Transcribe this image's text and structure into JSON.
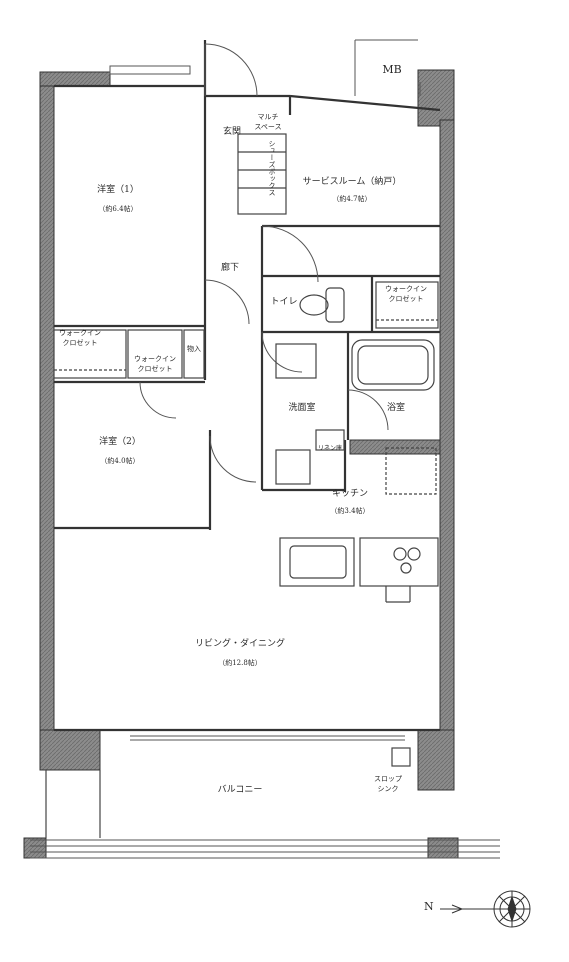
{
  "rooms": {
    "mb": "MB",
    "entrance": "玄関",
    "multi_space": [
      "マルチ",
      "スペース"
    ],
    "shoes_box": "シューズボックス",
    "service_room": "サービスルーム（納戸）",
    "service_room_size": "（約4.7帖）",
    "western1": "洋室（1）",
    "western1_size": "（約6.4帖）",
    "hallway": "廊下",
    "toilet": "トイレ",
    "wic_right": [
      "ウォークイン",
      "クロゼット"
    ],
    "wic_left": [
      "ウォークイン",
      "クロゼット"
    ],
    "wic_mid": [
      "ウォークイン",
      "クロゼット"
    ],
    "storage": "物入",
    "washroom": "洗面室",
    "bathroom": "浴室",
    "linen": "リネン庫",
    "western2": "洋室（2）",
    "western2_size": "（約4.0帖）",
    "kitchen": "キッチン",
    "kitchen_size": "（約3.4帖）",
    "living": "リビング・ダイニング",
    "living_size": "（約12.8帖）",
    "balcony": "バルコニー",
    "slop_sink": [
      "スロップ",
      "シンク"
    ]
  },
  "compass": {
    "north": "N"
  },
  "colors": {
    "wall": "#3a3a3a",
    "wall_fill": "#9a9a9a",
    "line": "#444444"
  }
}
